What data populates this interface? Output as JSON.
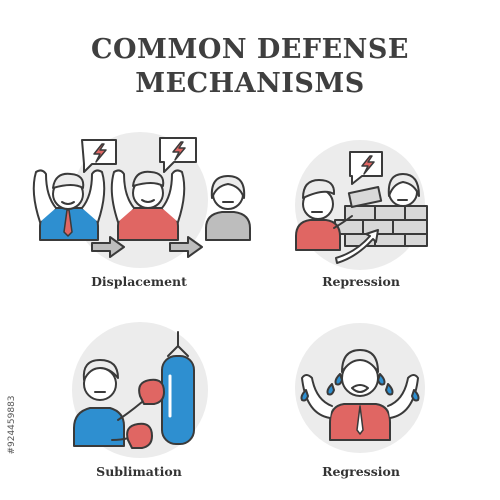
{
  "title": {
    "line1": "COMMON DEFENSE",
    "line2": "MECHANISMS"
  },
  "panels": [
    {
      "label": "Displacement"
    },
    {
      "label": "Repression"
    },
    {
      "label": "Sublimation"
    },
    {
      "label": "Regression"
    }
  ],
  "side_id": "#924459883",
  "colors": {
    "blue": "#2e8fd0",
    "red": "#e06663",
    "gray_circle": "#ececec",
    "outline": "#3a3a3a"
  },
  "icons": [
    "lightning-icon",
    "arrow-right-icon",
    "punching-bag-icon",
    "boxing-glove-icon",
    "brick-wall-icon",
    "tear-drop-icon"
  ]
}
